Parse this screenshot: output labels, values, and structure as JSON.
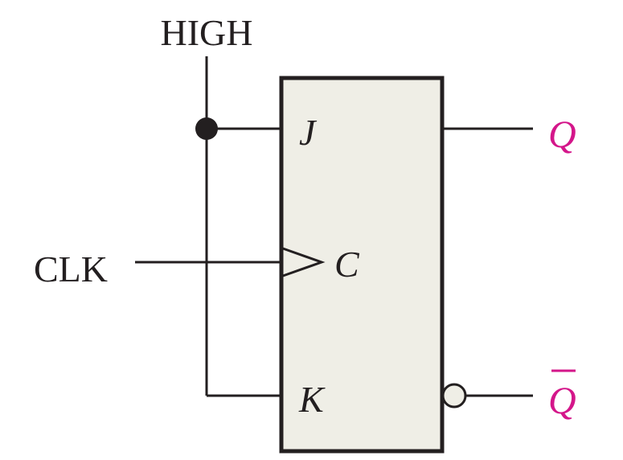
{
  "diagram": {
    "inputs": {
      "high": "HIGH",
      "clk": "CLK"
    },
    "pins": {
      "j": "J",
      "c": "C",
      "k": "K"
    },
    "outputs": {
      "q": "Q",
      "q_bar": "Q"
    },
    "colors": {
      "line": "#231f20",
      "box_fill": "#efeee6",
      "output_label": "#d4168a"
    }
  }
}
